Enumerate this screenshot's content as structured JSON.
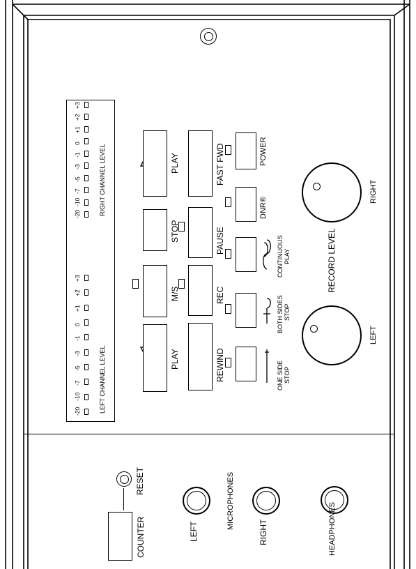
{
  "transport": {
    "play_left": "PLAY",
    "play_right": "PLAY",
    "rewind": "REWIND",
    "fast_fwd": "FAST FWD",
    "stop": "STOP",
    "pause": "PAUSE",
    "ms": "M/S",
    "rec": "REC",
    "power": "POWER",
    "dnr": "DNR®"
  },
  "modes": {
    "one_side_line1": "ONE SIDE",
    "one_side_line2": "STOP",
    "both_sides_line1": "BOTH SIDES",
    "both_sides_line2": "STOP",
    "continuous_line1": "CONTINUOUS",
    "continuous_line2": "PLAY"
  },
  "meters": {
    "left_label": "LEFT CHANNEL LEVEL",
    "right_label": "RIGHT CHANNEL LEVEL",
    "scale": [
      "-20",
      "-10",
      "-7",
      "-5",
      "-3",
      "-1",
      "0",
      "+1",
      "+2",
      "+3"
    ]
  },
  "record": {
    "title": "RECORD LEVEL",
    "left": "LEFT",
    "right": "RIGHT"
  },
  "front": {
    "counter": "COUNTER",
    "reset": "RESET",
    "microphones": "MICROPHONES",
    "mic_left": "LEFT",
    "mic_right": "RIGHT",
    "headphones": "HEADPHONES"
  },
  "icons": {
    "play_left_arrow": "triangle-left-icon",
    "play_right_arrow": "triangle-right-icon"
  }
}
